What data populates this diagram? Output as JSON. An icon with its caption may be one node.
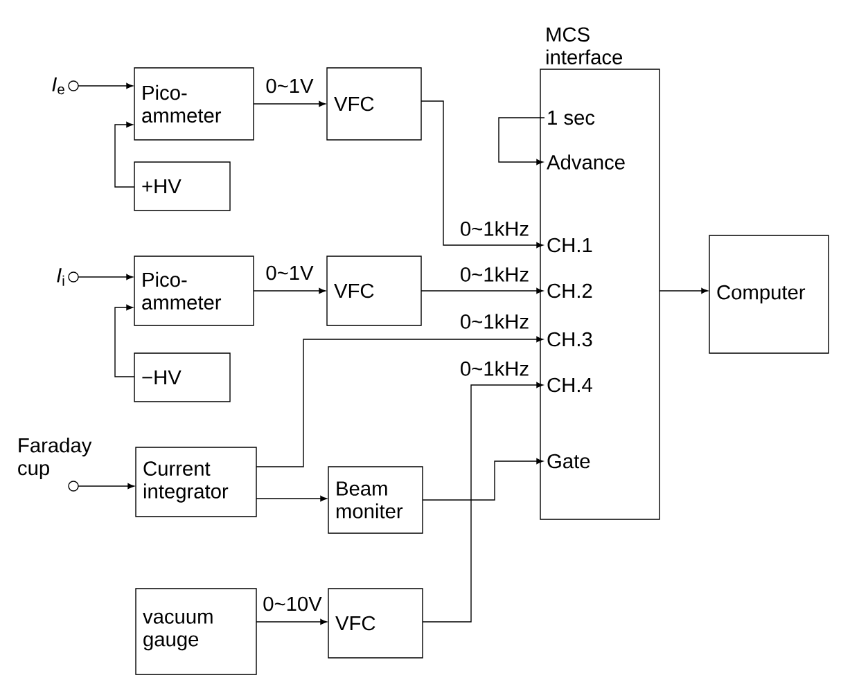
{
  "diagram": {
    "nodes": [
      {
        "text": [
          "*I*$_{e}$"
        ]
      },
      {
        "text": [
          "Pico-ammeter"
        ]
      },
      {
        "text": [
          "+HV"
        ]
      },
      {
        "text": [
          "VFC"
        ]
      },
      {
        "text": [
          "*I*$_{i}$"
        ]
      },
      {
        "text": [
          "Pico-ammeter"
        ]
      },
      {
        "text": [
          "−HV"
        ]
      },
      {
        "text": [
          "VFC"
        ]
      },
      {
        "text": [
          "Faraday cup"
        ]
      },
      {
        "text": [
          "Current integrator"
        ]
      },
      {
        "text": [
          "Beam moniter"
        ]
      },
      {
        "text": [
          "vacuum gauge"
        ]
      },
      {
        "text": [
          "VFC"
        ]
      },
      {
        "text": [
          "MCS interface"
        ]
      },
      {
        "text": [
          "1 sec"
        ],
        "in": 13
      },
      {
        "text": [
          "Advance"
        ],
        "in": 13
      },
      {
        "text": [
          "CH.1"
        ],
        "in": 13
      },
      {
        "text": [
          "CH.2"
        ],
        "in": 13
      },
      {
        "text": [
          "CH.3"
        ],
        "in": 13
      },
      {
        "text": [
          "CH.4"
        ],
        "in": 13
      },
      {
        "text": [
          "Gate"
        ],
        "in": 13
      },
      {
        "text": [
          "Computer"
        ]
      }
    ],
    "edges": [
      {
        "from": 0,
        "to": 1,
        "arrow": "to"
      },
      {
        "from": 2,
        "to": 1,
        "arrow": "to"
      },
      {
        "from": 1,
        "to": 3,
        "arrow": "to",
        "label": "0~1V"
      },
      {
        "from": 3,
        "to": 16,
        "arrow": "to",
        "label": "0~1kHz"
      },
      {
        "from": 14,
        "to": 15,
        "arrow": "to"
      },
      {
        "from": 4,
        "to": 5,
        "arrow": "to"
      },
      {
        "from": 6,
        "to": 5,
        "arrow": "to"
      },
      {
        "from": 5,
        "to": 7,
        "arrow": "to",
        "label": "0~1V"
      },
      {
        "from": 7,
        "to": 17,
        "arrow": "to",
        "label": "0~1kHz"
      },
      {
        "from": 8,
        "to": 9,
        "arrow": "to"
      },
      {
        "from": 9,
        "to": 18,
        "arrow": "to",
        "label": "0~1kHz"
      },
      {
        "from": 9,
        "to": 10,
        "arrow": "to"
      },
      {
        "from": 10,
        "to": 20,
        "arrow": "to"
      },
      {
        "from": 12,
        "to": 19,
        "arrow": "to",
        "label": "0~1kHz"
      },
      {
        "from": 11,
        "to": 12,
        "arrow": "to",
        "label": "0~10V"
      },
      {
        "from": 13,
        "to": 21,
        "arrow": "to"
      }
    ]
  }
}
